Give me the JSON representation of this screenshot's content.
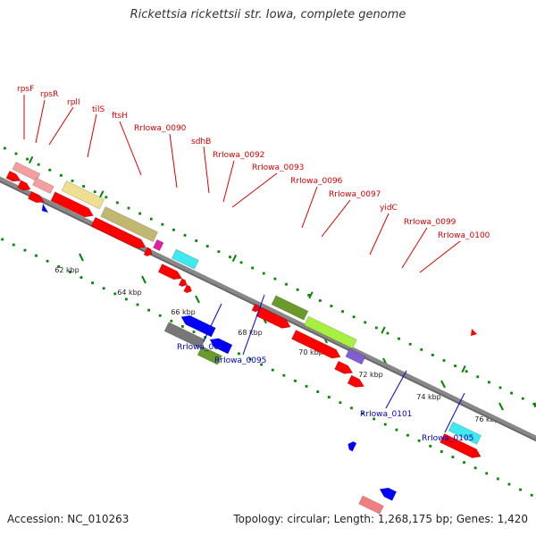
{
  "title": "Rickettsia rickettsii str. Iowa, complete genome",
  "footer": {
    "accession": "Accession: NC_010263",
    "topology": "Topology: circular; Length: 1,268,175 bp; Genes: 1,420"
  },
  "colors": {
    "forward_label": "#dd0000",
    "reverse_label": "#0000cc",
    "backbone": "#888888",
    "tick": "#008800",
    "cds": "#ff0000",
    "reverse_cds": "#0000ff"
  },
  "ticks": [
    "62 kbp",
    "64 kbp",
    "66 kbp",
    "68 kbp",
    "70 kbp",
    "72 kbp",
    "74 kbp",
    "76 kbp"
  ],
  "forward_labels": [
    "rpsF",
    "rpsR",
    "rplI",
    "tilS",
    "ftsH",
    "RrIowa_0090",
    "sdhB",
    "RrIowa_0092",
    "RrIowa_0093",
    "RrIowa_0096",
    "RrIowa_0097",
    "yidC",
    "RrIowa_0099",
    "RrIowa_0100"
  ],
  "reverse_labels": [
    "RrIowa_0094",
    "RrIowa_0095",
    "RrIowa_0101",
    "RrIowa_0105"
  ]
}
